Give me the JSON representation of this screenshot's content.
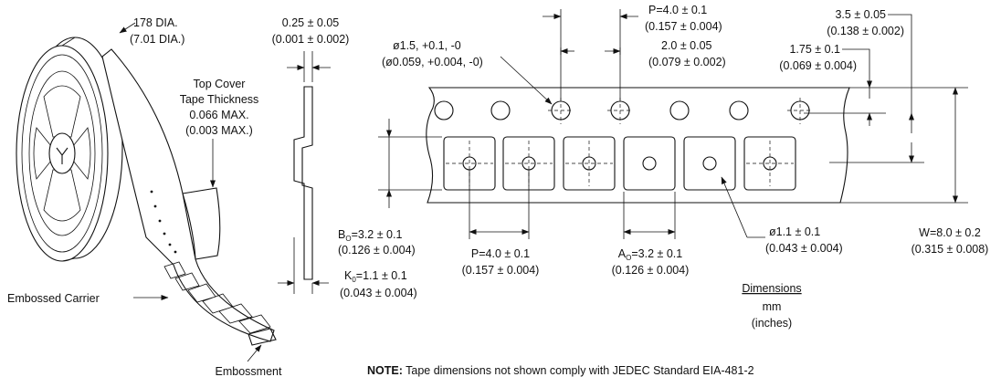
{
  "reel": {
    "diameter": "178 DIA.",
    "diameter_in": "(7.01 DIA.)",
    "cover_l1": "Top Cover",
    "cover_l2": "Tape Thickness",
    "cover_l3": "0.066 MAX.",
    "cover_l4": "(0.003 MAX.)",
    "carrier": "Embossed Carrier",
    "embossment": "Embossment"
  },
  "profile": {
    "t_mm": "0.25 ± 0.05",
    "t_in": "(0.001 ± 0.002)",
    "bo_pre": "B",
    "bo_sub": "O",
    "bo_mm": "=3.2 ± 0.1",
    "bo_in": "(0.126 ± 0.004)",
    "ko_pre": "K",
    "ko_sub": "0",
    "ko_mm": "=1.1 ± 0.1",
    "ko_in": "(0.043 ± 0.004)"
  },
  "plan": {
    "hole_mm": "ø1.5, +0.1, -0",
    "hole_in": "(ø0.059, +0.004, -0)",
    "p0_mm": "P=4.0 ± 0.1",
    "p0_in": "(0.157 ± 0.004)",
    "p2_mm": "2.0 ± 0.05",
    "p2_in": "(0.079 ± 0.002)",
    "f_mm": "3.5 ± 0.05",
    "f_in": "(0.138 ± 0.002)",
    "e_mm": "1.75 ± 0.1",
    "e_in": "(0.069 ± 0.004)",
    "p1_mm": "P=4.0 ± 0.1",
    "p1_in": "(0.157 ± 0.004)",
    "ao_pre": "A",
    "ao_sub": "O",
    "ao_mm": "=3.2 ± 0.1",
    "ao_in": "(0.126 ± 0.004)",
    "d1_mm": "ø1.1 ± 0.1",
    "d1_in": "(0.043 ± 0.004)",
    "w_mm": "W=8.0 ± 0.2",
    "w_in": "(0.315 ± 0.008)"
  },
  "units": {
    "title": "Dimensions",
    "mm": "mm",
    "inches": "(inches)"
  },
  "note": {
    "label": "NOTE:",
    "text": " Tape dimensions not shown comply with JEDEC Standard EIA-481-2"
  }
}
